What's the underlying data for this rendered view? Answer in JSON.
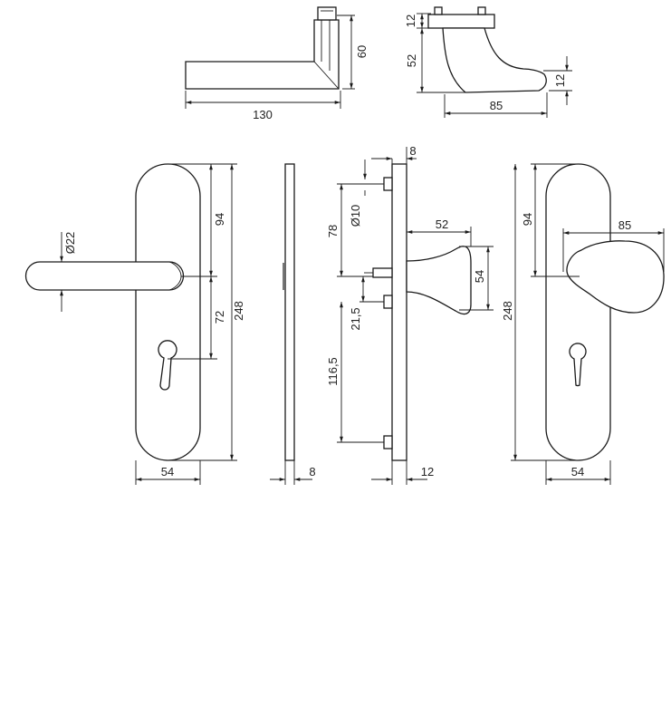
{
  "dimensions": {
    "top_lever_length": "130",
    "top_lever_height": "60",
    "top_knob_rose": "12",
    "top_knob_height": "52",
    "top_knob_tip": "12",
    "top_knob_projection": "85",
    "lever_diameter": "Ø22",
    "lever_spacing_upper": "94",
    "lever_spacing_lower": "72",
    "plate_height_left": "248",
    "plate_width_left": "54",
    "plate_thickness": "8",
    "side_top_offset": "8",
    "side_spindle_offset": "78",
    "side_pin_diameter": "Ø10",
    "side_screw_offset": "21,5",
    "side_lower_offset": "116,5",
    "side_knob_projection": "52",
    "side_knob_height": "54",
    "side_plate_depth": "12",
    "right_knob_spacing": "94",
    "right_knob_width": "85",
    "plate_height_right": "248",
    "plate_width_right": "54"
  }
}
